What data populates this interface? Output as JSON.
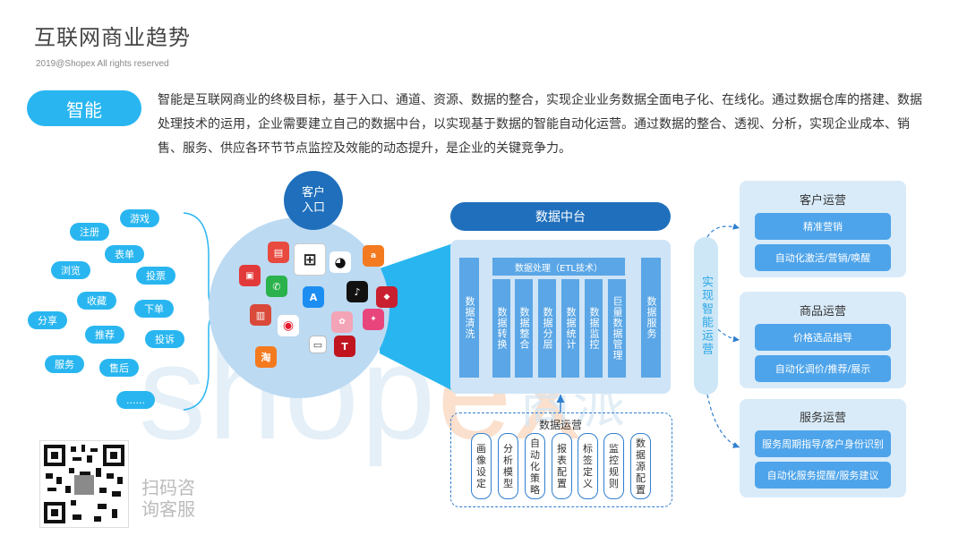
{
  "header": {
    "title": "互联网商业趋势",
    "copyright": "2019@Shopex All rights reserved"
  },
  "intro": {
    "pill": "智能",
    "text": "智能是互联网商业的终极目标，基于入口、通道、资源、数据的整合，实现企业业务数据全面电子化、在线化。通过数据仓库的搭建、数据处理技术的运用，企业需要建立自己的数据中台，以实现基于数据的智能自动化运营。通过数据的整合、透视、分析，实现企业成本、销售、服务、供应各环节节点监控及效能的动态提升，是企业的关键竞争力。"
  },
  "watermark": {
    "pre": "shop",
    "e": "e",
    "x": "x",
    "cn": "商派"
  },
  "behaviors": [
    "游戏",
    "注册",
    "表单",
    "浏览",
    "投票",
    "收藏",
    "下单",
    "分享",
    "推荐",
    "投诉",
    "服务",
    "售后",
    "......"
  ],
  "customer_entry": {
    "label": "客户\n入口"
  },
  "app_icons": [
    "shop-app-icon",
    "qr-code-icon",
    "alibaba-icon",
    "qq-icon",
    "wechat-icon",
    "app-store-icon",
    "tiktok-icon",
    "game-app-icon",
    "shop2-app-icon",
    "weibo-icon",
    "beauty-app-icon",
    "store-app-icon",
    "tmall-icon",
    "phone-icon",
    "taobao-icon"
  ],
  "data_center": {
    "title": "数据中台",
    "left_col": "数据清洗",
    "etl": "数据处理（ETL技术）",
    "process_cols": [
      "数据转换",
      "数据整合",
      "数据分层",
      "数据统计",
      "数据监控",
      "巨量数据管理"
    ],
    "right_col": "数据服务"
  },
  "data_ops": {
    "title": "数据运营",
    "items": [
      "画像设定",
      "分析模型",
      "自动化策略",
      "报表配置",
      "标签定义",
      "监控规则",
      "数据源配置"
    ]
  },
  "smart_ops": "实现智能运营",
  "operations": [
    {
      "title": "客户运营",
      "items": [
        "精准营销",
        "自动化激活/营销/唤醒"
      ]
    },
    {
      "title": "商品运营",
      "items": [
        "价格选品指导",
        "自动化调价/推荐/展示"
      ]
    },
    {
      "title": "服务运营",
      "items": [
        "服务周期指导/客户身份识别",
        "自动化服务提醒/服务建议"
      ]
    }
  ],
  "qr": {
    "label": "扫码咨\n询客服"
  },
  "colors": {
    "accent": "#29b6f0",
    "primary": "#1f6fbc",
    "panel": "#cfe4f6",
    "column": "#5aa6e6"
  }
}
